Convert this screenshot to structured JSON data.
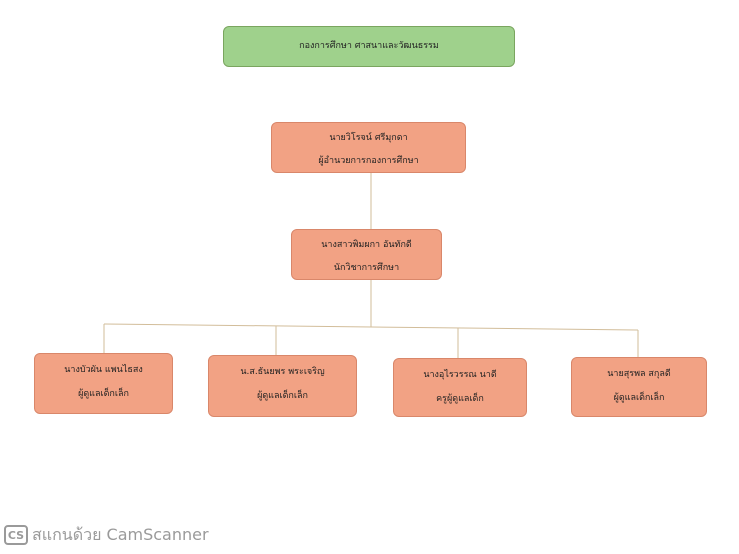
{
  "org_chart": {
    "root": {
      "line1": "กองการศึกษา ศาสนาและวัฒนธรรม"
    },
    "director": {
      "name": "นายวิโรจน์ ศรีมุกดา",
      "position": "ผู้อำนวยการกองการศึกษา"
    },
    "academic": {
      "name": "นางสาวพิมผกา อันทักดี",
      "position": "นักวิชาการศึกษา"
    },
    "children": [
      {
        "name": "นางบัวผัน แพนไธสง",
        "position": "ผู้ดูแลเด็กเล็ก"
      },
      {
        "name": "น.ส.ธันยพร พระเจริญ",
        "position": "ผู้ดูแลเด็กเล็ก"
      },
      {
        "name": "นางอุไรวรรณ นาดี",
        "position": "ครูผู้ดูแลเด็ก"
      },
      {
        "name": "นายสุรพล สกุลดี",
        "position": "ผู้ดูแลเด็กเล็ก"
      }
    ],
    "colors": {
      "root": "#9fd18c",
      "node": "#f2a284",
      "connector": "#d2bd9a"
    }
  },
  "watermark": {
    "logo": "CS",
    "text": "สแกนด้วย CamScanner"
  }
}
